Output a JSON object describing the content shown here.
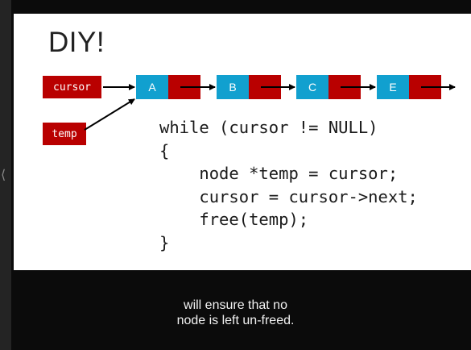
{
  "slide": {
    "title": "DIY!",
    "cursor_label": "cursor",
    "temp_label": "temp",
    "nodes": [
      "A",
      "B",
      "C",
      "E"
    ],
    "code_lines": [
      "while (cursor != NULL)",
      "{",
      "    node *temp = cursor;",
      "    cursor = cursor->next;",
      "    free(temp);",
      "}"
    ]
  },
  "caption": {
    "line1": "will ensure that no",
    "line2": "node is left un-freed."
  },
  "colors": {
    "pointer_red": "#b90000",
    "node_blue": "#11a0cf"
  }
}
